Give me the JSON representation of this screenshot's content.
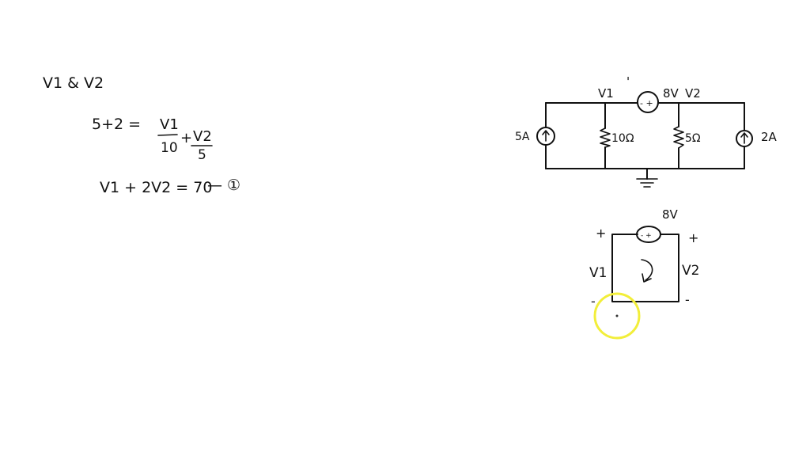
{
  "notes": {
    "heading": "V1 & V2",
    "kcl_lhs": "5+2 =",
    "frac1_num": "V1",
    "frac1_den": "10",
    "plus": "+",
    "frac2_num": "V2",
    "frac2_den": "5",
    "equation1": "V1 + 2V2 = 70",
    "eq_ref": "— ①"
  },
  "circuit": {
    "node_v1": "V1",
    "tick": "'",
    "source_label": "8V",
    "node_v2": "V2",
    "source_polarity": "- +",
    "current_left": "5A",
    "resistor1": "10Ω",
    "resistor2": "5Ω",
    "current_right": "2A"
  },
  "loop": {
    "source_label": "8V",
    "source_polarity": "- +",
    "plus_left": "+",
    "plus_right": "+",
    "v1": "V1",
    "v2": "V2",
    "minus_left": "-",
    "minus_right": "-"
  },
  "cursor": {
    "color": "#f2ee3a"
  }
}
